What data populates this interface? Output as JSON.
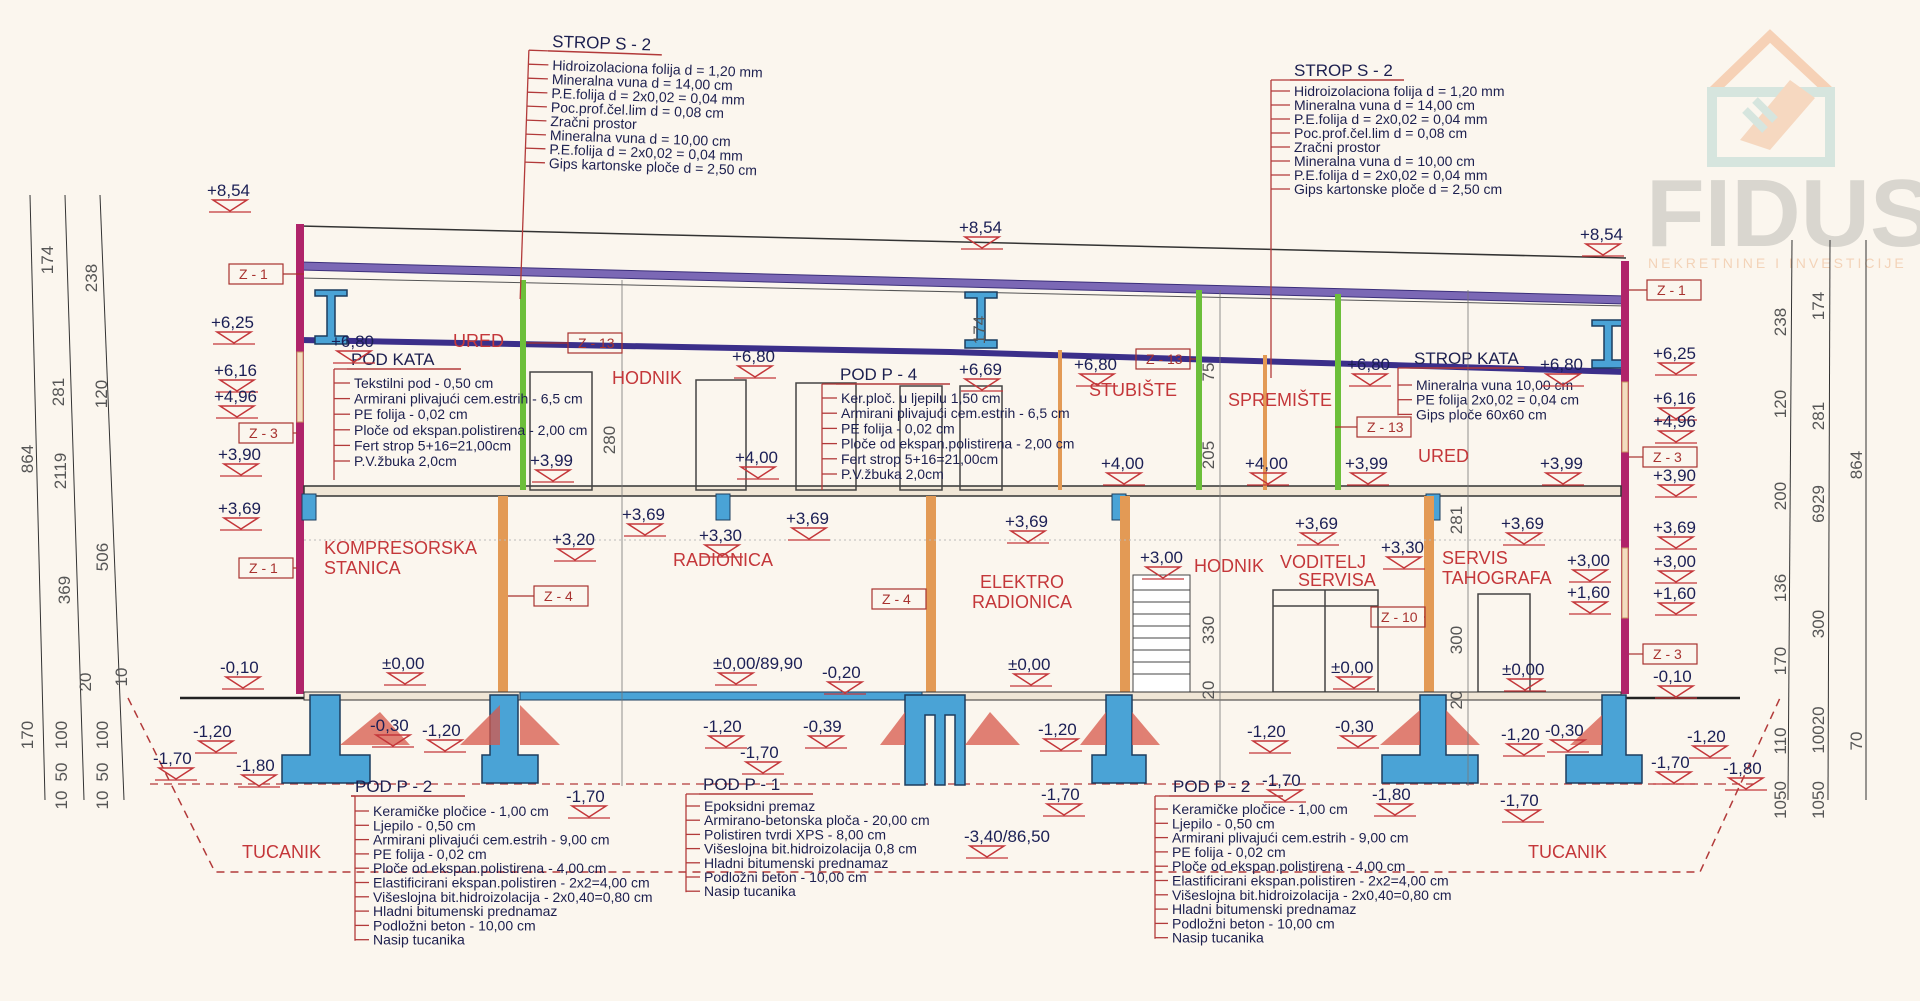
{
  "watermark": {
    "brand": "FIDUS",
    "tagline": "NEKRETNINE I INVESTICIJE"
  },
  "specs": {
    "strop_s2_left": {
      "title": "STROP S - 2",
      "items": [
        "Hidroizolaciona folija d = 1,20 mm",
        "Mineralna vuna d = 14,00 cm",
        "P.E.folija d = 2x0,02 = 0,04 mm",
        "Poc.prof.čel.lim d = 0,08 cm",
        "Zračni prostor",
        "Mineralna vuna d = 10,00 cm",
        "P.E.folija d = 2x0,02 = 0,04 mm",
        "Gips kartonske ploče d = 2,50 cm"
      ]
    },
    "strop_s2_right": {
      "title": "STROP S - 2",
      "items": [
        "Hidroizolaciona folija d = 1,20 mm",
        "Mineralna vuna d = 14,00 cm",
        "P.E.folija d = 2x0,02 = 0,04 mm",
        "Poc.prof.čel.lim d = 0,08 cm",
        "Zračni prostor",
        "Mineralna vuna d = 10,00 cm",
        "P.E.folija d = 2x0,02 = 0,04 mm",
        "Gips kartonske ploče d = 2,50 cm"
      ]
    },
    "pod_kata": {
      "title": "POD KATA",
      "items": [
        "Tekstilni pod - 0,50 cm",
        "Armirani plivajući cem.estrih - 6,5 cm",
        "PE folija - 0,02 cm",
        "Ploče od ekspan.polistirena - 2,00 cm",
        "Fert strop 5+16=21,00cm",
        "P.V.žbuka 2,0cm"
      ]
    },
    "pod_p4": {
      "title": "POD P - 4",
      "items": [
        "Ker.ploč. u ljepilu 1,50 cm",
        "Armirani plivajući cem.estrih - 6,5 cm",
        "PE folija - 0,02 cm",
        "Ploče od ekspan.polistirena - 2,00 cm",
        "Fert strop 5+16=21,00cm",
        "P.V.žbuka 2,0cm"
      ]
    },
    "strop_kata": {
      "title": "STROP KATA",
      "items": [
        "Mineralna vuna 10,00 cm",
        "PE folija 2x0,02 = 0,04 cm",
        "Gips ploče 60x60 cm"
      ]
    },
    "pod_p2_left": {
      "title": "POD P - 2",
      "items": [
        "Keramičke pločice - 1,00 cm",
        "Ljepilo - 0,50 cm",
        "Armirani plivajući cem.estrih - 9,00 cm",
        "PE folija - 0,02 cm",
        "Ploče od ekspan.polistirena - 4,00 cm",
        "Elastificirani ekspan.polistiren - 2x2=4,00 cm",
        "Višeslojna bit.hidroizolacija - 2x0,40=0,80 cm",
        "Hladni bitumenski prednamaz",
        "Podložni beton - 10,00 cm",
        "Nasip tucanika"
      ]
    },
    "pod_p1": {
      "title": "POD P - 1",
      "items": [
        "Epoksidni premaz",
        "Armirano-betonska ploča - 20,00 cm",
        "Polistiren tvrdi XPS - 8,00 cm",
        "Višeslojna bit.hidroizolacija 0,8 cm",
        "Hladni bitumenski prednamaz",
        "Podložni beton - 10,00 cm",
        "Nasip tucanika"
      ]
    },
    "pod_p2_right": {
      "title": "POD P - 2",
      "items": [
        "Keramičke pločice - 1,00 cm",
        "Ljepilo - 0,50 cm",
        "Armirani plivajući cem.estrih - 9,00 cm",
        "PE folija - 0,02 cm",
        "Ploče od ekspan.polistirena - 4,00 cm",
        "Elastificirani ekspan.polistiren - 2x2=4,00 cm",
        "Višeslojna bit.hidroizolacija - 2x0,40=0,80 cm",
        "Hladni bitumenski prednamaz",
        "Podložni beton - 10,00 cm",
        "Nasip tucanika"
      ]
    }
  },
  "rooms": [
    "URED",
    "HODNIK",
    "STUBIŠTE",
    "SPREMIŠTE",
    "URED",
    "KOMPRESORSKA",
    "STANICA",
    "RADIONICA",
    "ELEKTRO",
    "RADIONICA",
    "HODNIK",
    "VODITELJ",
    "SERVISA",
    "SERVIS",
    "TAHOGRAFA",
    "TUCANIK",
    "TUCANIK"
  ],
  "wall_tags": [
    "Z - 1",
    "Z - 3",
    "Z - 1",
    "Z - 13",
    "Z - 13",
    "Z - 13",
    "Z - 1",
    "Z - 3",
    "Z - 3",
    "Z - 4",
    "Z - 4",
    "Z - 10"
  ],
  "elevations": [
    "+8,54",
    "+8,54",
    "+8,54",
    "+6,25",
    "+6,16",
    "+4,96",
    "+3,90",
    "+3,69",
    "+6,25",
    "+6,16",
    "+4,96",
    "+3,90",
    "+3,69",
    "+3,00",
    "+1,60",
    "+6,80",
    "+6,80",
    "+6,69",
    "+6,80",
    "+6,80",
    "+6,80",
    "+3,99",
    "+4,00",
    "+4,00",
    "+4,00",
    "+3,99",
    "+3,99",
    "+3,69",
    "+3,20",
    "+3,30",
    "+3,69",
    "+3,69",
    "+3,69",
    "+3,69",
    "+3,30",
    "+3,00",
    "+3,00",
    "+1,60",
    "-0,10",
    "±0,00",
    "±0,00/89,90",
    "-0,20",
    "±0,00",
    "±0,00",
    "±0,00",
    "-0,10",
    "-0,30",
    "-1,20",
    "-1,20",
    "-1,70",
    "-1,80",
    "-1,20",
    "-0,39",
    "-1,70",
    "-1,20",
    "-1,70",
    "-1,20",
    "-0,30",
    "-1,70",
    "-1,80",
    "-1,20",
    "-0,30",
    "-1,70",
    "-1,20",
    "-1,70",
    "-1,80",
    "-1,70",
    "-3,40/86,50"
  ],
  "dimensions": {
    "left": [
      "864",
      "174",
      "238",
      "281",
      "120",
      "2119",
      "506",
      "369",
      "10",
      "20",
      "170",
      "100",
      "100",
      "50",
      "50",
      "10",
      "10"
    ],
    "right": [
      "238",
      "174",
      "120",
      "281",
      "200",
      "6929",
      "864",
      "136",
      "300",
      "170",
      "110",
      "10020",
      "70",
      "1050",
      "1050"
    ],
    "inner": [
      "174",
      "280",
      "75",
      "205",
      "281",
      "330",
      "300",
      "20",
      "20"
    ]
  },
  "colors": {
    "background": "#fbf6ee",
    "wall": "#b0246a",
    "steel": "#4aa3d6",
    "slab": "#5a3e9e",
    "partition_green": "#6cbf3a",
    "partition_orange": "#e39a55",
    "annotation": "#b23a3a",
    "text": "#1c1f4f"
  }
}
